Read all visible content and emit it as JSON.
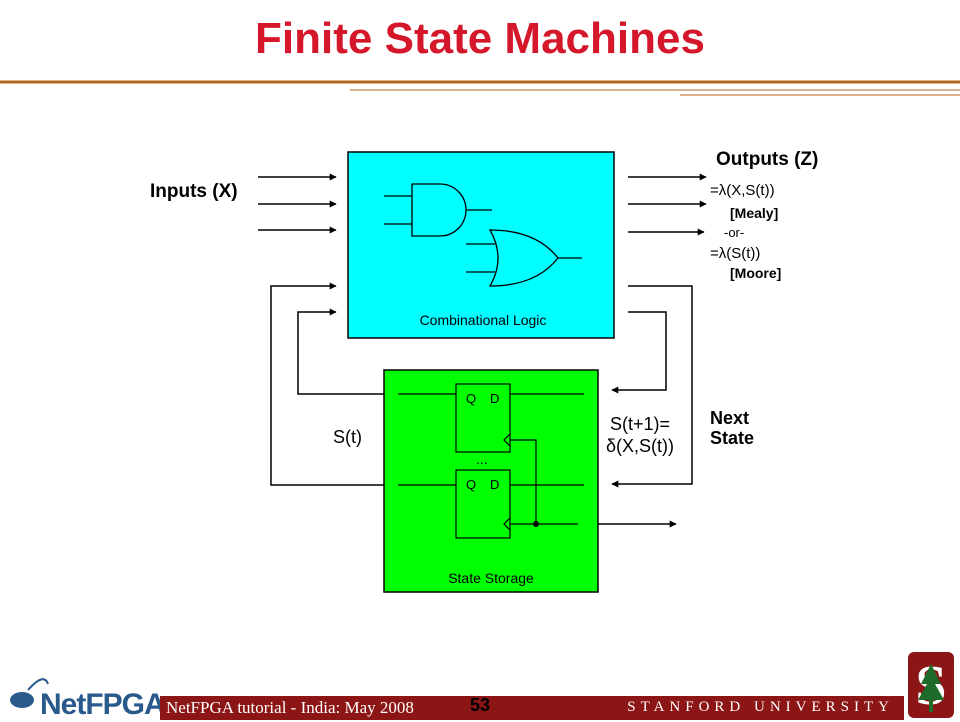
{
  "slide": {
    "title": "Finite State Machines",
    "page_number": "53",
    "footer_left": "NetFPGA tutorial - India: May 2008",
    "footer_right": "STANFORD UNIVERSITY",
    "logo_text": "NetFPGA"
  },
  "diagram": {
    "inputs_label": "Inputs (X)",
    "outputs_label": "Outputs (Z)",
    "mealy_eq": "=λ(X,S(t))",
    "mealy_label": "[Mealy]",
    "or_label": "-or-",
    "moore_eq": "=λ(S(t))",
    "moore_label": "[Moore]",
    "comb_logic_label": "Combinational Logic",
    "state_storage_label": "State Storage",
    "next_state_line1": "Next",
    "next_state_line2": "State",
    "transition_line1": "S(t+1)=",
    "transition_line2": "δ(X,S(t))",
    "state_label": "S(t)",
    "ff_q": "Q",
    "ff_d": "D",
    "ellipsis": "...",
    "colors": {
      "comb_fill": "#00ffff",
      "storage_fill": "#00ff00",
      "title_red": "#d4172a",
      "footer_red": "#8c1515"
    }
  }
}
